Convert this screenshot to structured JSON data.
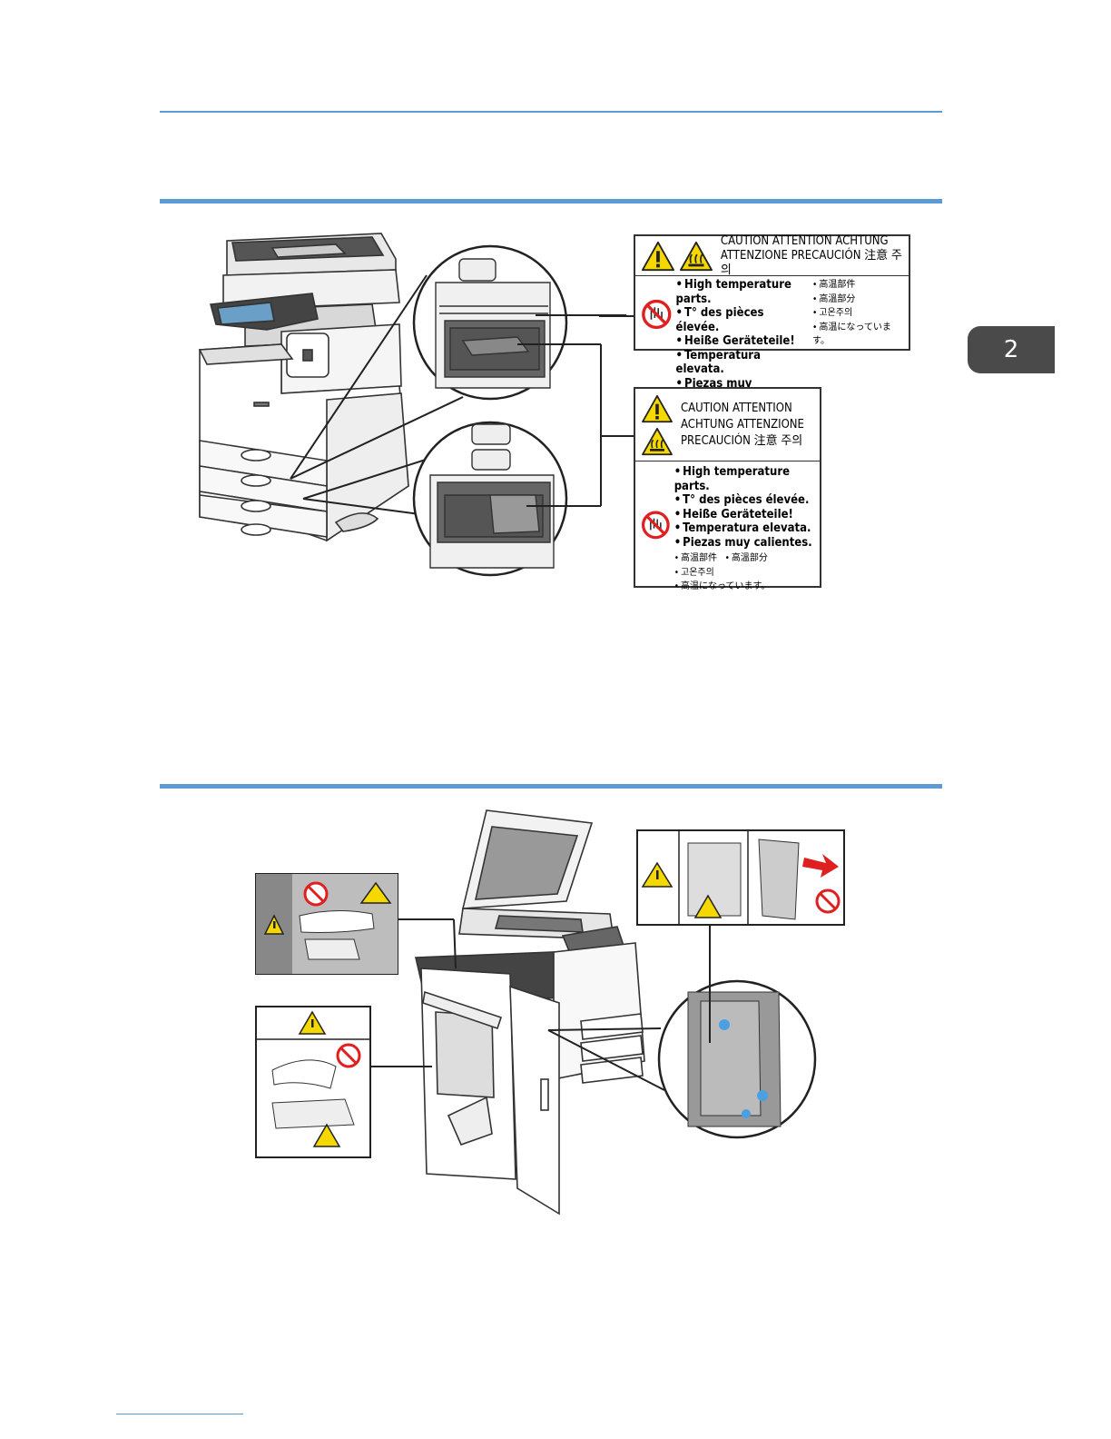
{
  "chapter_tab": {
    "number": "2"
  },
  "label1": {
    "header_line1": "CAUTION  ATTENTION  ACHTUNG",
    "header_line2": "ATTENZIONE  PRECAUCIÓN 注意 주의",
    "bullets": [
      "High temperature parts.",
      "T° des pièces élevée.",
      "Heiße Geräteteile!",
      "Temperatura elevata.",
      "Piezas muy calientes."
    ],
    "bullets_cjk": [
      "高温部件",
      "高溫部分",
      "고온주의",
      "高温になっています。"
    ]
  },
  "label2": {
    "header_line1": "CAUTION  ATTENTION",
    "header_line2": "ACHTUNG  ATTENZIONE",
    "header_line3": "PRECAUCIÓN  注意  주의",
    "bullets": [
      "High temperature parts.",
      "T° des pièces élevée.",
      "Heiße Geräteteile!",
      "Temperatura elevata.",
      "Piezas muy calientes."
    ],
    "bullets_cjk_row1a": "高温部件",
    "bullets_cjk_row1b": "高溫部分",
    "bullets_cjk_row2": "고온주의",
    "bullets_cjk_row3": "高温になっています。"
  },
  "colors": {
    "rule": "#5b9bd5",
    "warning_yellow": "#f5d800",
    "prohibit_red": "#e02020",
    "tab": "#4a4a4a"
  },
  "icons": [
    "warning-triangle-icon",
    "hot-surface-icon",
    "no-touch-icon",
    "pinch-hazard-icon",
    "prohibit-icon",
    "push-arrow-icon"
  ]
}
